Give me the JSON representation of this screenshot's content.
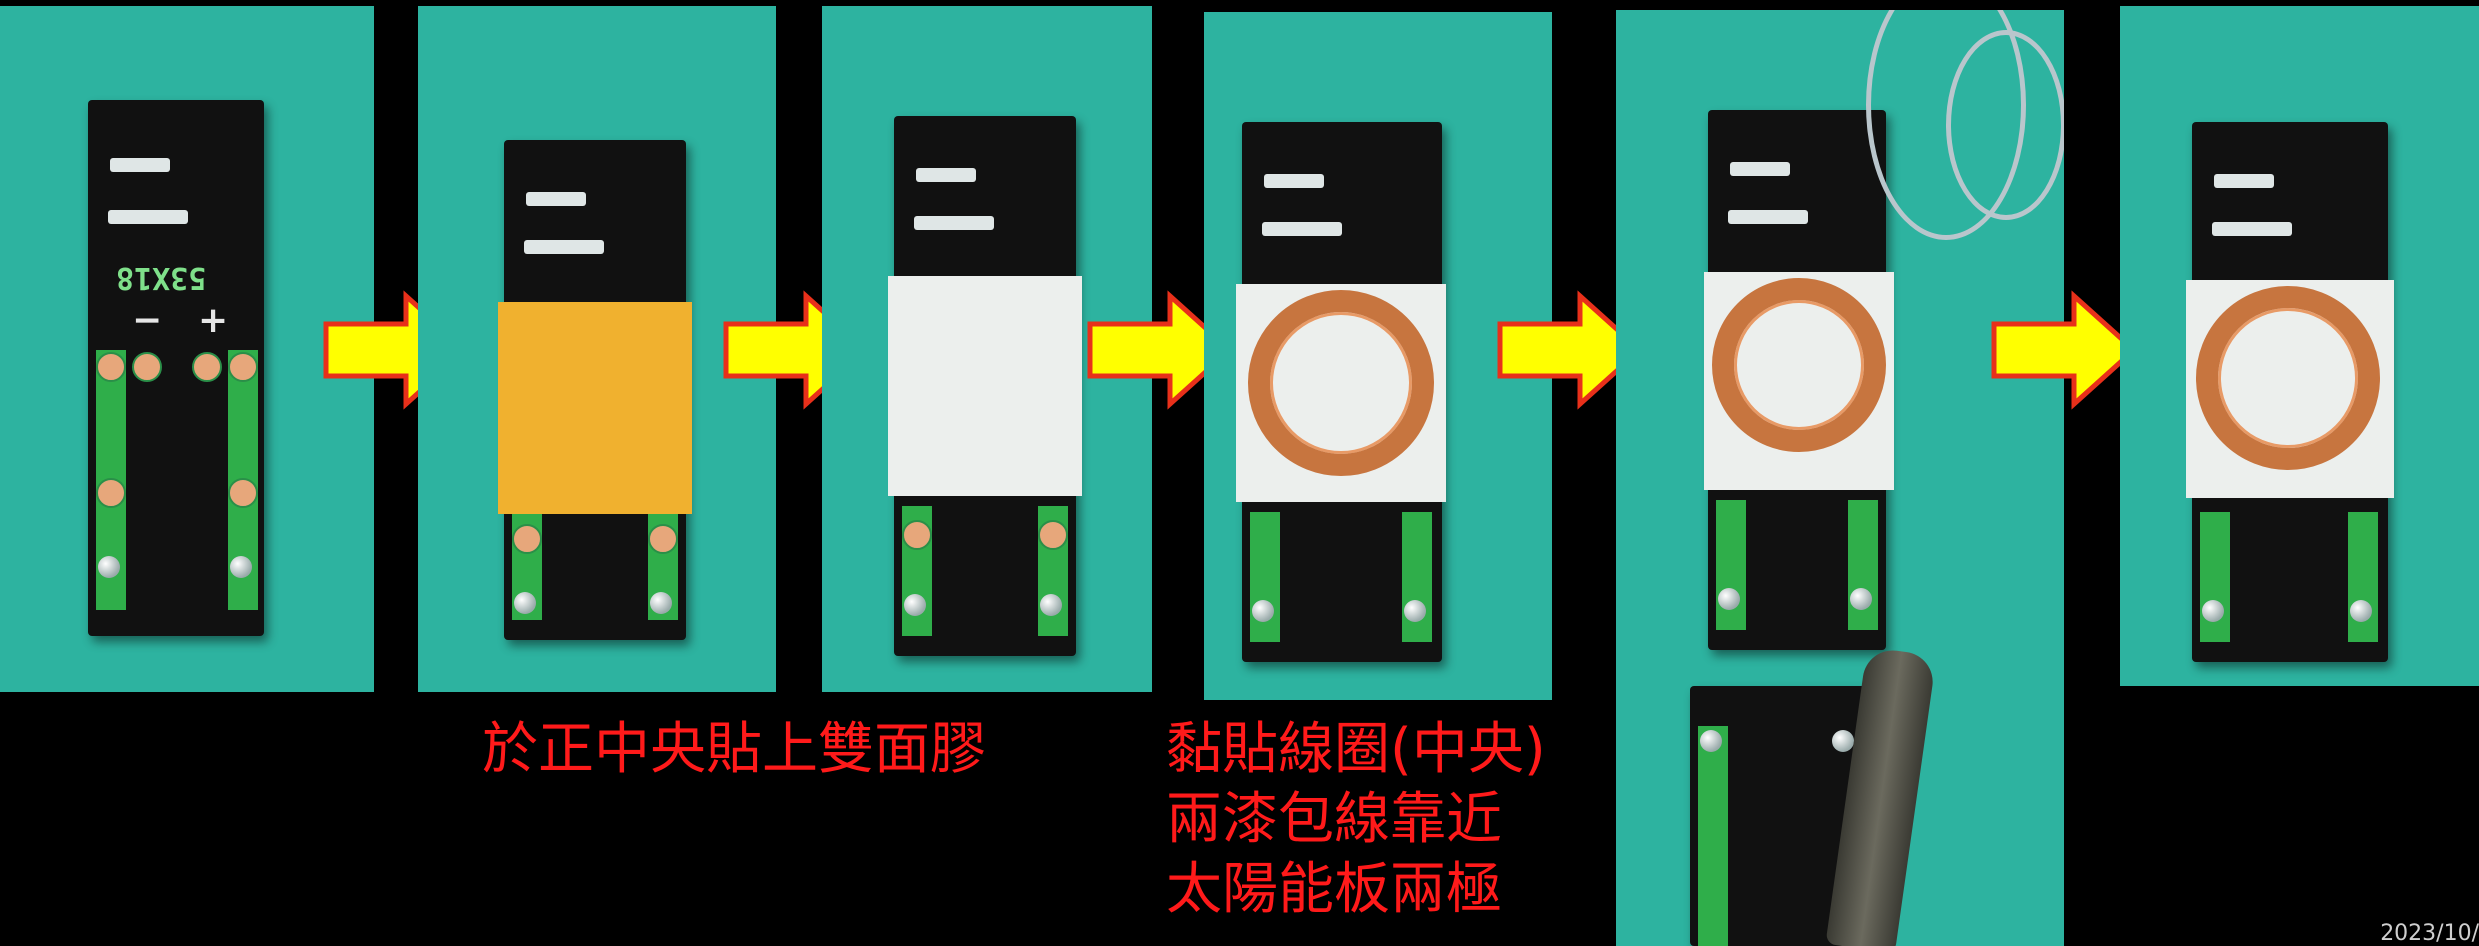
{
  "cell_silkscreen": "53X18",
  "polarity": {
    "minus": "−",
    "plus": "+"
  },
  "captions": {
    "step2": "於正中央貼上雙面膠",
    "step4_line1": "黏貼線圈(中央)",
    "step4_line2": "兩漆包線靠近",
    "step4_line3": "太陽能板兩極"
  },
  "date_text": "2023/10/",
  "colors": {
    "background": "#2db3a0",
    "arrow_fill": "#ffff00",
    "arrow_stroke": "#e8301a",
    "caption": "#ff1a1a"
  }
}
